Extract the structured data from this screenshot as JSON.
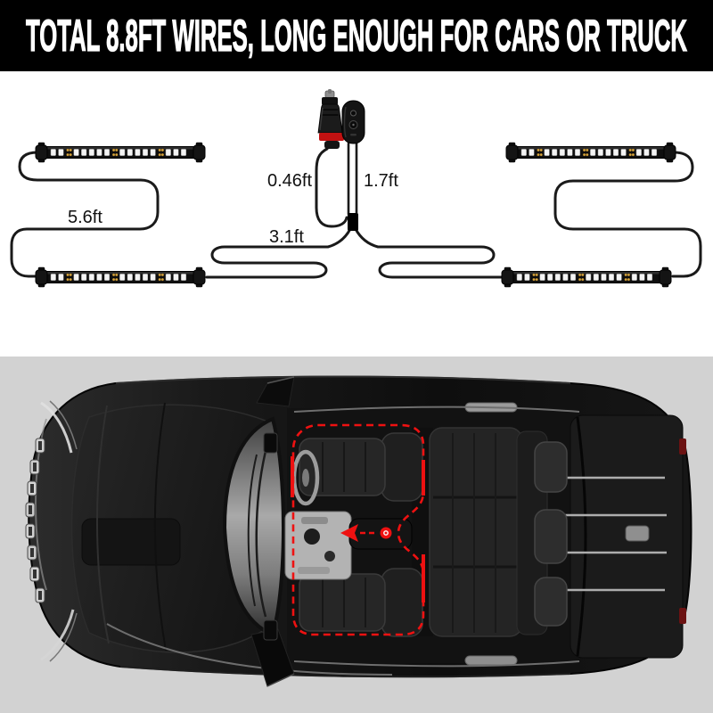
{
  "banner": {
    "title": "TOTAL 8.8FT WIRES, LONG ENOUGH FOR CARS OR TRUCK"
  },
  "wiring_diagram": {
    "total_length": "8.8ft",
    "strip_count": 4,
    "measurements": {
      "plug_cord": "0.46ft",
      "controller_cord": "1.7ft",
      "splitter_cord": "3.1ft",
      "strip_link_cord": "5.6ft"
    },
    "icons": [
      "car-charger-plug-icon",
      "controller-box-icon",
      "y-splitter-icon",
      "led-strip-icon"
    ]
  },
  "installation_view": {
    "subject": "car-top-view",
    "highlight": "front-seats-install-zone"
  },
  "colors": {
    "banner_bg": "#000000",
    "banner_text": "#ffffff",
    "diagram_bg": "#ffffff",
    "photo_bg": "#d2d2d2",
    "wire": "#1a1a1a",
    "accent_red": "#ee1111",
    "led_yellow": "#d9a73e"
  }
}
